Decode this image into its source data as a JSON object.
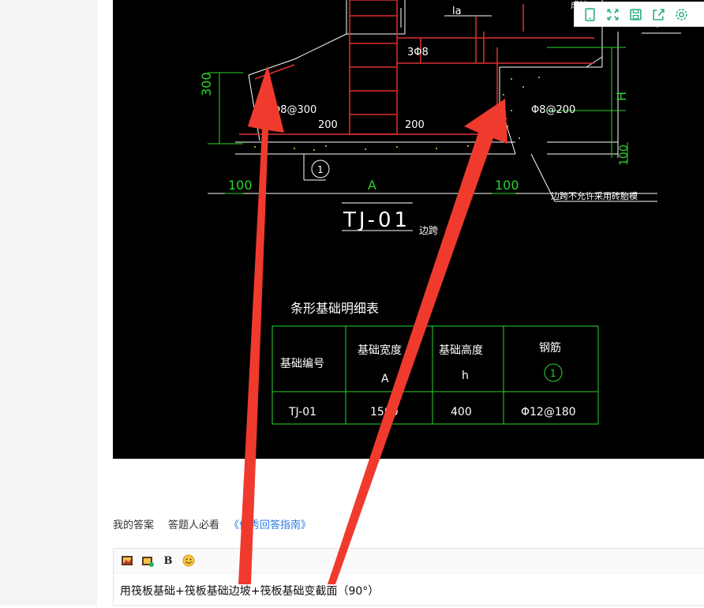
{
  "cad": {
    "labels": {
      "la": "la",
      "bars_3phi8": "3Φ8",
      "phi8_300": "Φ8@300",
      "dim_300": "300",
      "dim_200_left": "200",
      "dim_200_right": "200",
      "phi8_200": "Φ8@200",
      "h": "H",
      "dim_100_right": "100",
      "dim_100_left": "100",
      "dim_a": "A",
      "dim_100_mid": "100",
      "note_side": "边跨不允许采用砖胎模",
      "circle_1": "1",
      "tj_title": "TJ-01",
      "tj_sub": "边跨",
      "corner_note": "成坡"
    },
    "table": {
      "title": "条形基础明细表",
      "headers": [
        "基础编号",
        "基础宽度",
        "基础高度",
        "钢筋"
      ],
      "header_sub": [
        "",
        "A",
        "h",
        "1"
      ],
      "row": [
        "TJ-01",
        "1500",
        "400",
        "Φ12@180"
      ]
    }
  },
  "toolbar": {
    "icons": [
      "tablet-icon",
      "expand-icon",
      "save-icon",
      "share-icon",
      "settings-icon"
    ]
  },
  "answer_bar": {
    "my_answer": "我的答案",
    "must_read": "答题人必看",
    "guide_link": "《优秀回答指南》"
  },
  "editor": {
    "content": "用筏板基础+筏板基础边坡+筏板基础变截面（90°）"
  },
  "colors": {
    "cad_bg": "#000000",
    "cad_line": "#ffffff",
    "cad_rebar": "#e03030",
    "cad_dim": "#2bd42b",
    "arrow": "#f03a2e",
    "link": "#2a7ae2"
  }
}
